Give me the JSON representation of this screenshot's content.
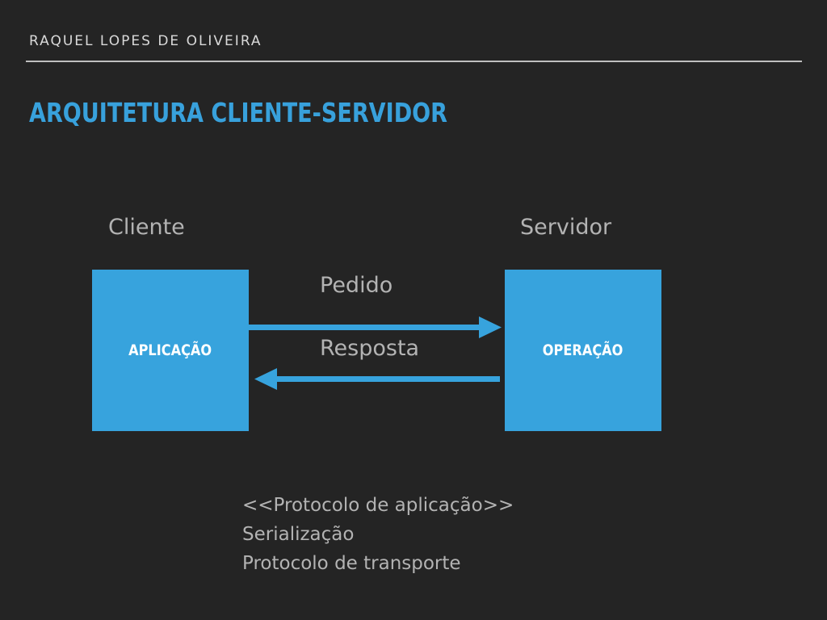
{
  "header": {
    "author": "RAQUEL LOPES DE OLIVEIRA",
    "title": "ARQUITETURA CLIENTE-SERVIDOR"
  },
  "diagram": {
    "client_label": "Cliente",
    "server_label": "Servidor",
    "client_box": "APLICAÇÃO",
    "server_box": "OPERAÇÃO",
    "request_label": "Pedido",
    "response_label": "Resposta",
    "protocol_stack": [
      "<<Protocolo de aplicação>>",
      "Serialização",
      "Protocolo de transporte"
    ]
  },
  "colors": {
    "background": "#242424",
    "accent": "#37a3dd",
    "text": "#b3b3b3"
  }
}
